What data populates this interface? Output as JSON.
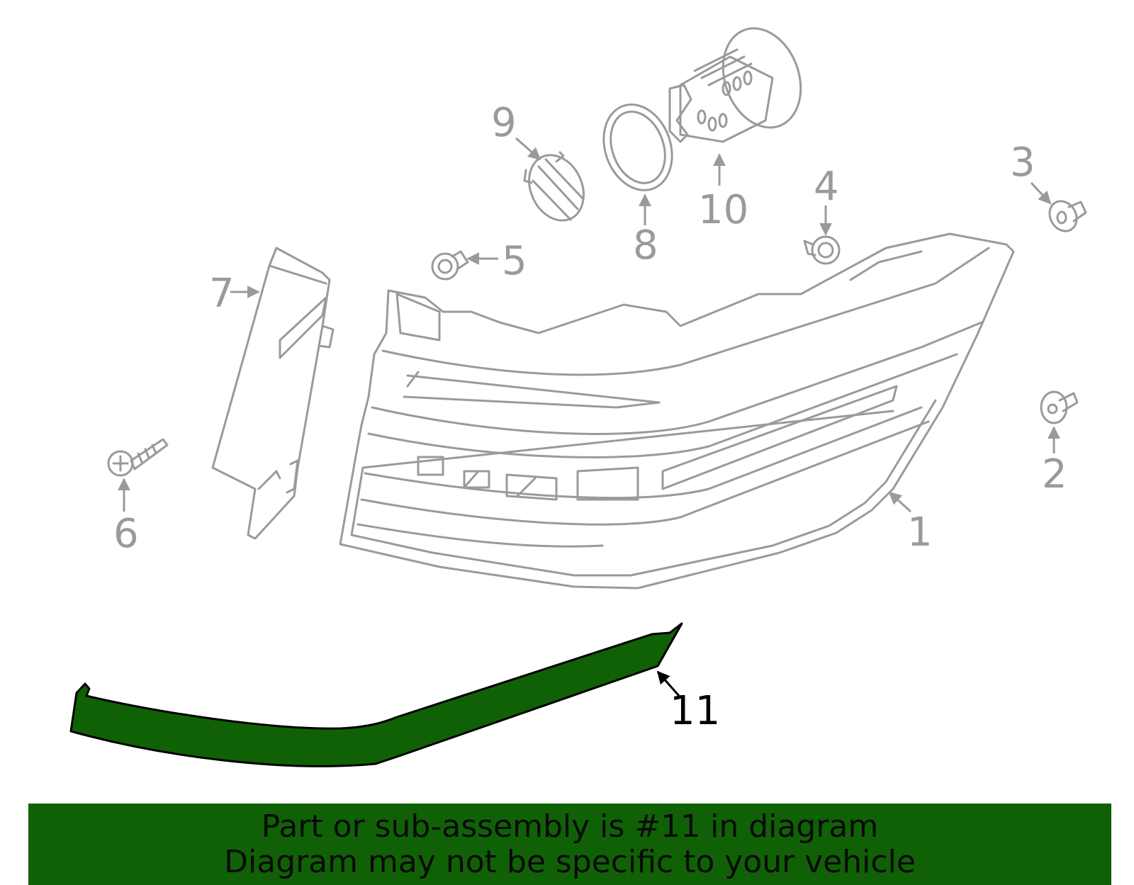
{
  "colors": {
    "highlight": "#106106",
    "linework": "#9a9a9a",
    "banner_text": "#0a0a0a"
  },
  "callouts": [
    "1",
    "2",
    "3",
    "4",
    "5",
    "6",
    "7",
    "8",
    "9",
    "10",
    "11"
  ],
  "highlighted_part": "11",
  "banner": {
    "line1": "Part or sub-assembly is #11 in diagram",
    "line2": "Diagram may not be specific to your vehicle"
  }
}
